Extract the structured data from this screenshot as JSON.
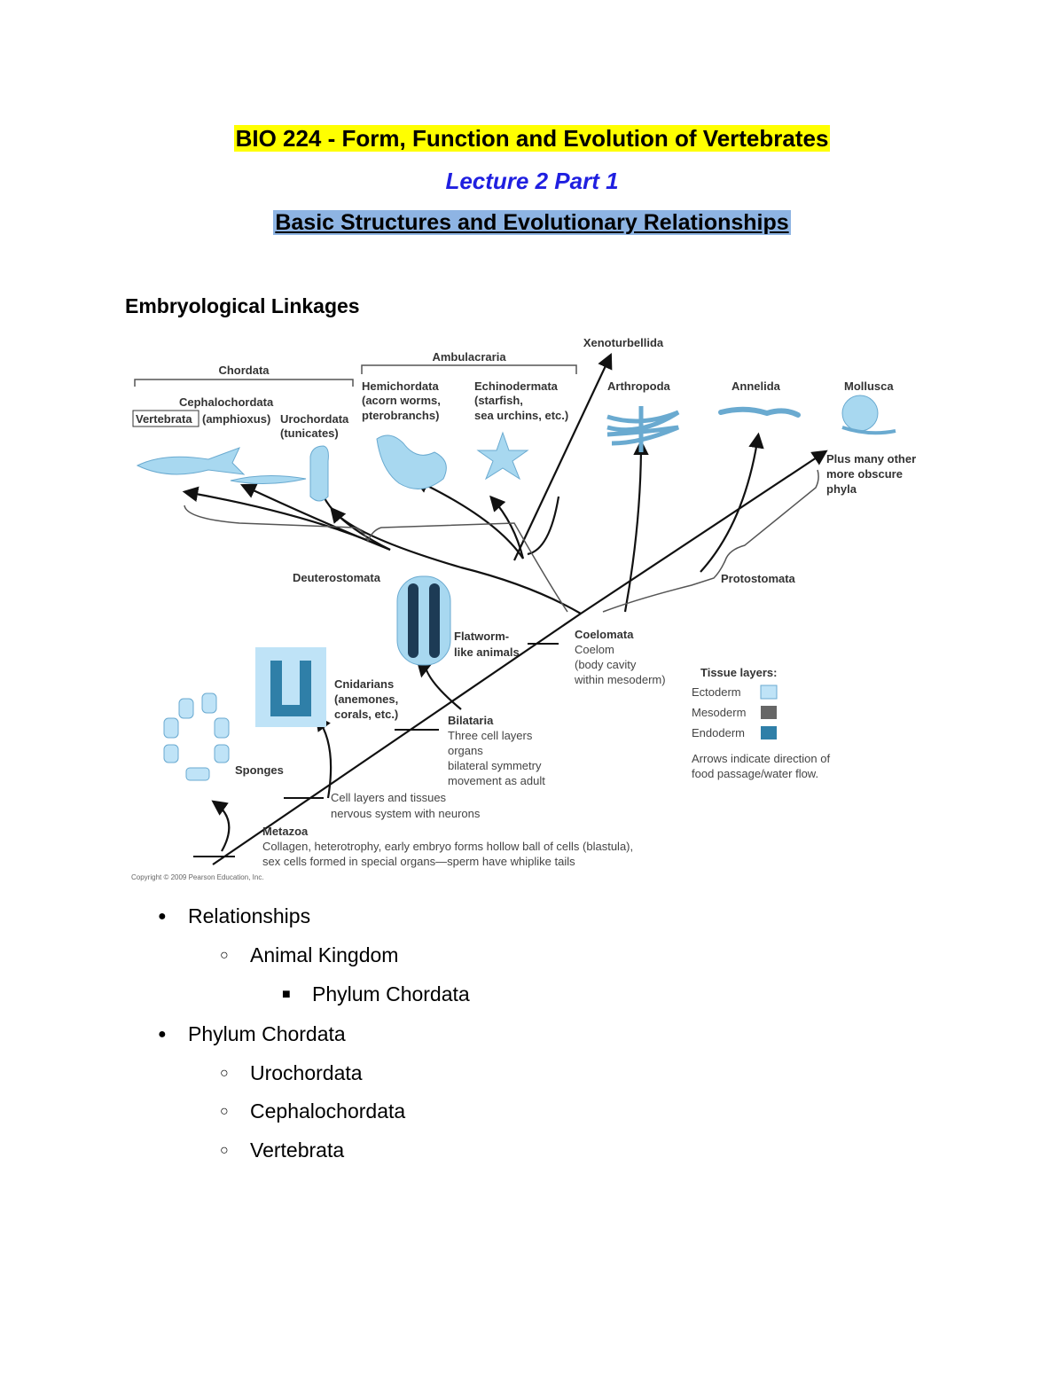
{
  "header": {
    "course_title": "BIO 224 - Form, Function and Evolution of Vertebrates",
    "lecture": "Lecture 2 Part 1",
    "topic": "Basic Structures and Evolutionary Relationships"
  },
  "section_heading": "Embryological Linkages",
  "figure": {
    "chordata": "Chordata",
    "ambulacraria": "Ambulacraria",
    "xenoturbellida": "Xenoturbellida",
    "cephalochordata": "Cephalochordata",
    "vertebrata": "Vertebrata",
    "amphioxus": "(amphioxus)",
    "urochordata": "Urochordata",
    "tunicates": "(tunicates)",
    "hemichordata": "Hemichordata",
    "hemi_desc1": "(acorn worms,",
    "hemi_desc2": "pterobranchs)",
    "echinodermata": "Echinodermata",
    "echino_desc1": "(starfish,",
    "echino_desc2": "sea urchins, etc.)",
    "arthropoda": "Arthropoda",
    "annelida": "Annelida",
    "mollusca": "Mollusca",
    "plus_many1": "Plus many other",
    "plus_many2": "more obscure",
    "plus_many3": "phyla",
    "deuterostomata": "Deuterostomata",
    "protostomata": "Protostomata",
    "flatworm1": "Flatworm-",
    "flatworm2": "like animals",
    "coelomata": "Coelomata",
    "coelom1": "Coelom",
    "coelom2": "(body cavity",
    "coelom3": "within mesoderm)",
    "cnidarians1": "Cnidarians",
    "cnidarians2": "(anemones,",
    "cnidarians3": "corals, etc.)",
    "bilataria": "Bilataria",
    "bil1": "Three cell layers",
    "bil2": "organs",
    "bil3": "bilateral symmetry",
    "bil4": "movement as adult",
    "sponges": "Sponges",
    "cell1": "Cell layers and tissues",
    "cell2": "nervous system with neurons",
    "metazoa": "Metazoa",
    "meta1": "Collagen, heterotrophy, early embryo forms hollow ball of cells (blastula),",
    "meta2": "sex cells formed in special organs—sperm have whiplike tails",
    "tissue_title": "Tissue layers:",
    "ectoderm": "Ectoderm",
    "mesoderm": "Mesoderm",
    "endoderm": "Endoderm",
    "arrows1": "Arrows indicate direction of",
    "arrows2": "food passage/water flow.",
    "copyright": "Copyright © 2009 Pearson Education, Inc.",
    "colors": {
      "ectoderm": "#bfe3f7",
      "mesoderm": "#666666",
      "endoderm": "#2f7fa8",
      "body": "#a8d8f0"
    }
  },
  "outline": [
    {
      "level": 1,
      "text": "Relationships"
    },
    {
      "level": 2,
      "text": "Animal Kingdom"
    },
    {
      "level": 3,
      "text": "Phylum Chordata"
    },
    {
      "level": 1,
      "text": "Phylum Chordata"
    },
    {
      "level": 2,
      "text": "Urochordata"
    },
    {
      "level": 2,
      "text": "Cephalochordata"
    },
    {
      "level": 2,
      "text": "Vertebrata"
    }
  ]
}
